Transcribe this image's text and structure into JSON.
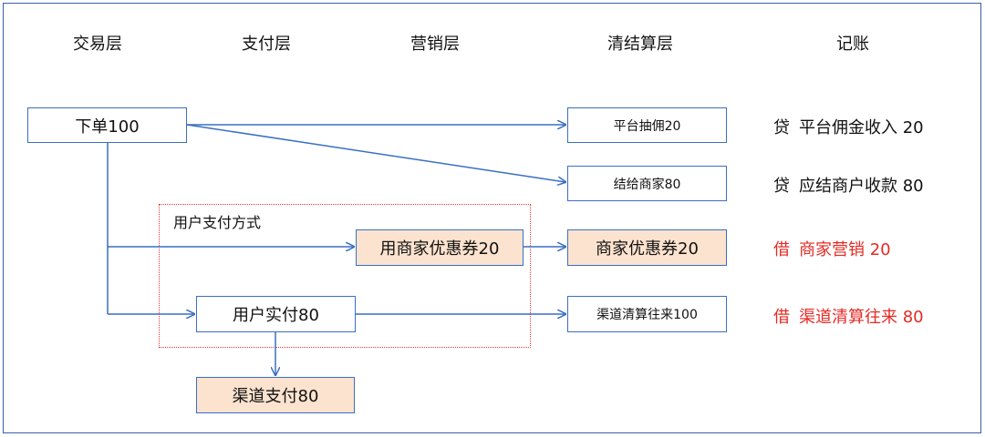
{
  "headers": [
    "交易层",
    "支付层",
    "营销层",
    "清结算层",
    "记账"
  ],
  "nodes": {
    "order": "下单100",
    "platform_fee": "平台抽佣20",
    "merchant_settle": "结给商家80",
    "merchant_coupon": "用商家优惠券20",
    "coupon_clearing": "商家优惠券20",
    "user_pay": "用户实付80",
    "channel_clearing": "渠道清算往来100",
    "channel_pay": "渠道支付80"
  },
  "group_label": "用户支付方式",
  "entries": [
    {
      "dir": "贷",
      "text": "平台佣金收入 20"
    },
    {
      "dir": "贷",
      "text": "应结商户收款 80"
    },
    {
      "dir": "借",
      "text": "商家营销 20"
    },
    {
      "dir": "借",
      "text": "渠道清算往来 80"
    }
  ],
  "colors": {
    "border": "#3a6fc4",
    "arrow": "#3a6fc4",
    "highlight_fill": "#fce3cf",
    "debit_text": "#e52a24",
    "group_border": "#e23a3a"
  }
}
